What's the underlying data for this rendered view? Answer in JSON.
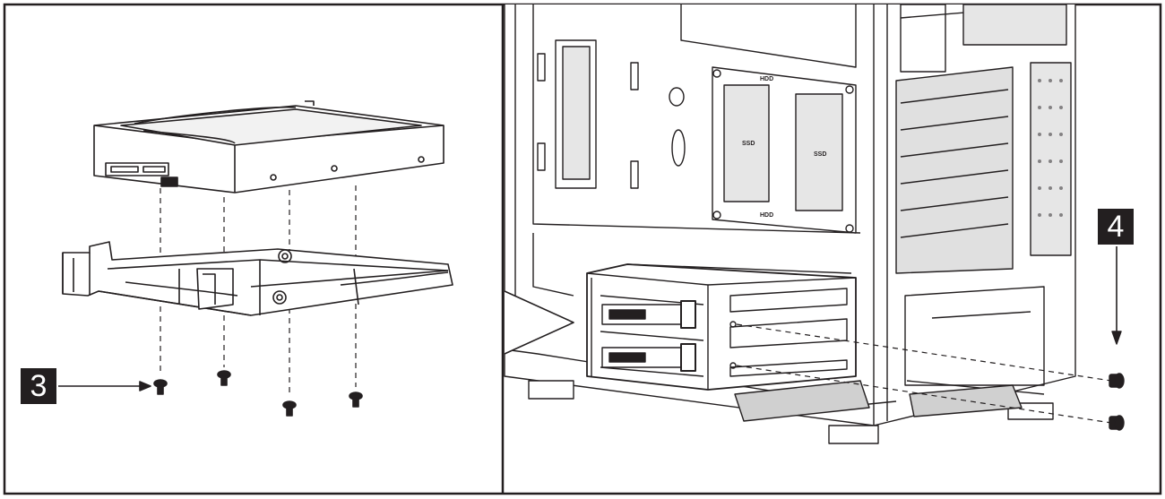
{
  "steps": {
    "left_step_number": "3",
    "right_step_number": "4"
  },
  "bracket_labels": {
    "top_hdd": "HDD",
    "left_ssd": "SSD",
    "right_ssd": "SSD",
    "bottom_hdd": "HDD"
  },
  "colors": {
    "line": "#231f20",
    "background": "#ffffff",
    "badge_fill": "#231f20",
    "badge_text": "#ffffff",
    "light_fill": "#e6e6e6"
  }
}
